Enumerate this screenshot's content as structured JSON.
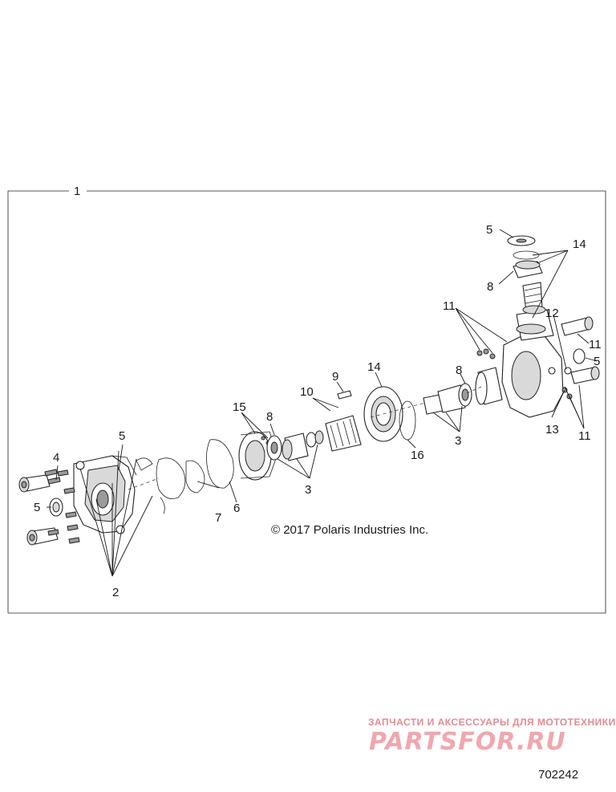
{
  "callouts": {
    "c1": "1",
    "c2": "2",
    "c3a": "3",
    "c3b": "3",
    "c4": "4",
    "c5a": "5",
    "c5b": "5",
    "c5c": "5",
    "c5d": "5",
    "c6": "6",
    "c7": "7",
    "c8a": "8",
    "c8b": "8",
    "c8c": "8",
    "c9": "9",
    "c10": "10",
    "c11a": "11",
    "c11b": "11",
    "c11c": "11",
    "c12": "12",
    "c13": "13",
    "c14a": "14",
    "c14b": "14",
    "c15": "15",
    "c16": "16"
  },
  "copyright": "© 2017 Polaris Industries Inc.",
  "watermark": {
    "subtitle": "ЗАПЧАСТИ И АКСЕССУАРЫ ДЛЯ МОТОТЕХНИКИ",
    "logo": "PARTSFOR.RU"
  },
  "diagram_number": "702242",
  "colors": {
    "line": "#222222",
    "watermark": "#e48a93"
  }
}
